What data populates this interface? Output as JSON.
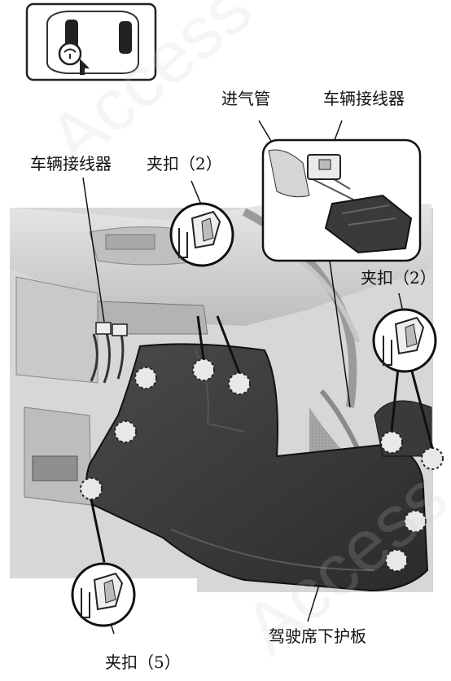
{
  "labels": {
    "intake_pipe": "进气管",
    "vehicle_connector_top": "车辆接线器",
    "vehicle_connector_left": "车辆接线器",
    "clip_top_center": "夹扣（2）",
    "clip_right": "夹扣（2）",
    "clip_bottom": "夹扣（5）",
    "lower_panel": "驾驶席下护板"
  },
  "watermark": {
    "text_top": "Access",
    "text_bottom": "Access"
  }
}
